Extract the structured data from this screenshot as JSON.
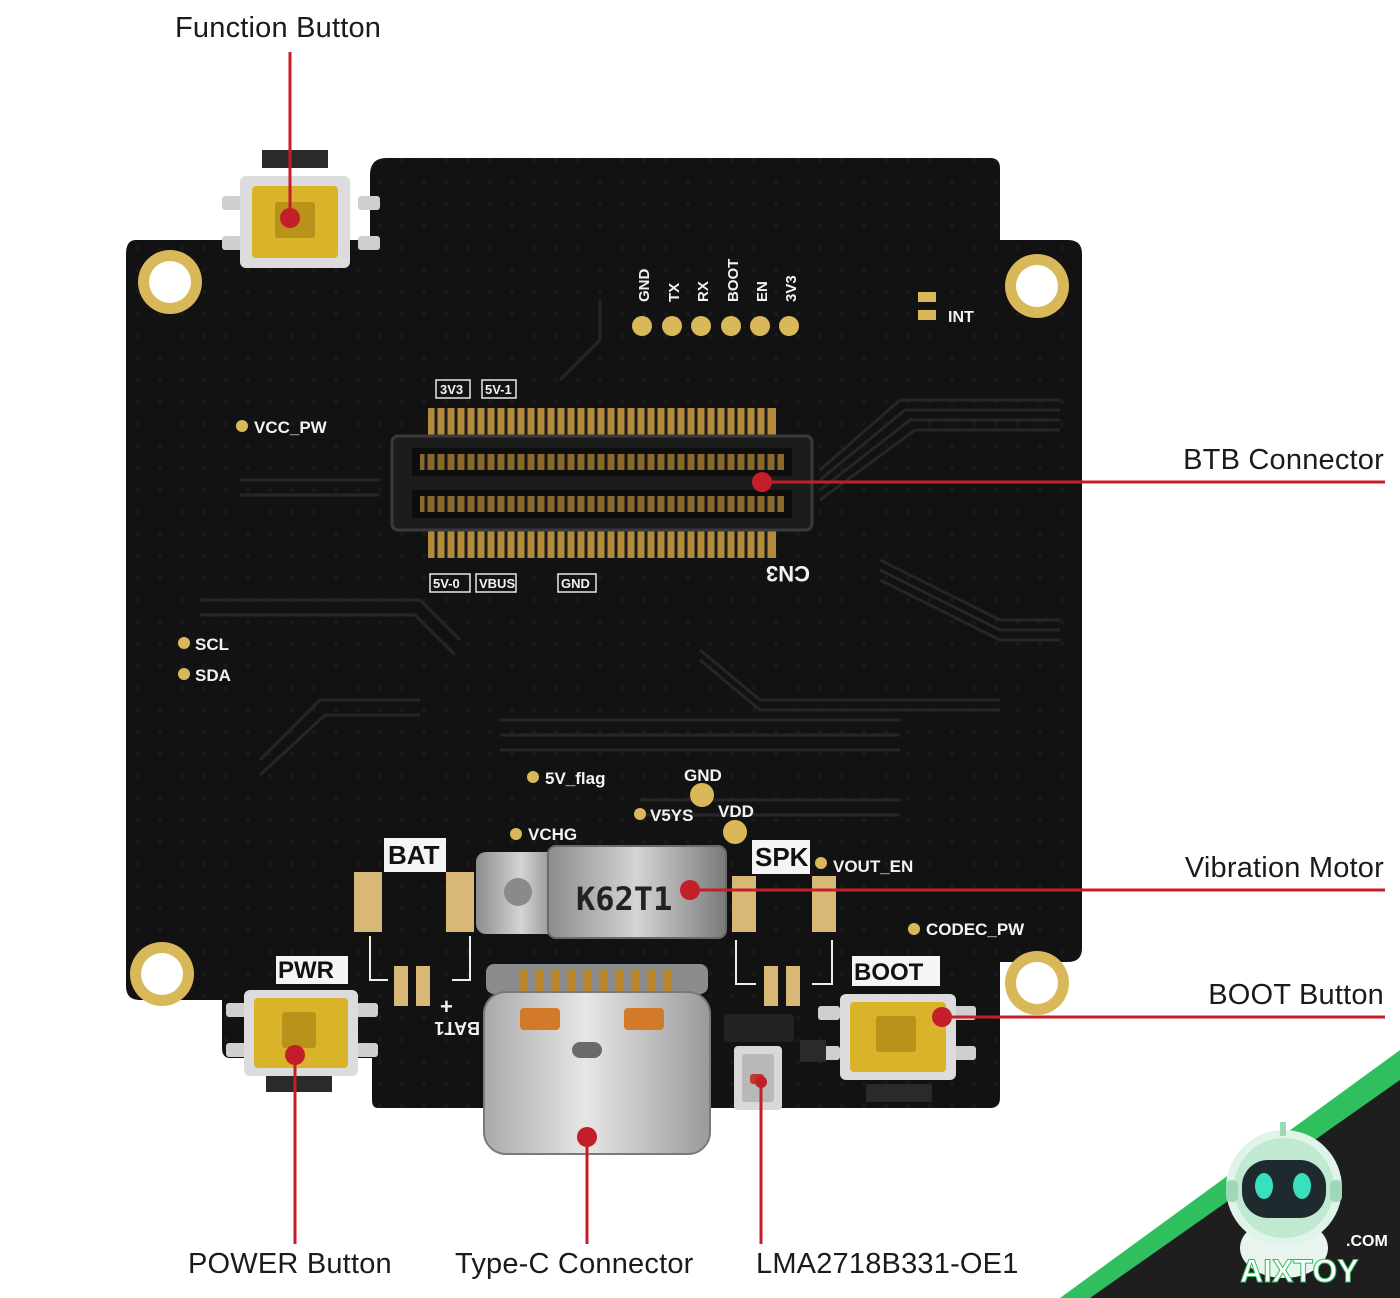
{
  "callouts": {
    "function_button": "Function Button",
    "btb_connector": "BTB Connector",
    "vibration_motor": "Vibration Motor",
    "boot_button": "BOOT Button",
    "power_button": "POWER Button",
    "type_c_connector": "Type-C Connector",
    "microphone": "LMA2718B331-OE1"
  },
  "silkscreen": {
    "gnd_top": "GND",
    "tx": "TX",
    "rx": "RX",
    "boot_top": "BOOT",
    "en": "EN",
    "v3v3_top": "3V3",
    "int": "INT",
    "v3v3_btb": "3V3",
    "v5v1": "5V-1",
    "vcc_pw": "VCC_PW",
    "v5v0": "5V-0",
    "vbus": "VBUS",
    "gnd_btb": "GND",
    "cn3": "CN3",
    "scl": "SCL",
    "sda": "SDA",
    "v5_flag": "5V_flag",
    "gnd_mid": "GND",
    "v5ys": "V5YS",
    "vdd": "VDD",
    "vchg": "VCHG",
    "bat": "BAT",
    "spk": "SPK",
    "vout_en": "VOUT_EN",
    "codec_pw": "CODEC_PW",
    "pwr": "PWR",
    "boot": "BOOT",
    "bat1": "BAT1",
    "motor_marking": "K62T1"
  },
  "brand": {
    "name": "AIXTOY",
    "domain": ".COM"
  },
  "colors": {
    "pcb": "#121212",
    "callout_line": "#c41e2a",
    "gold": "#d9b85a",
    "brand_green": "#2fbf5f"
  }
}
